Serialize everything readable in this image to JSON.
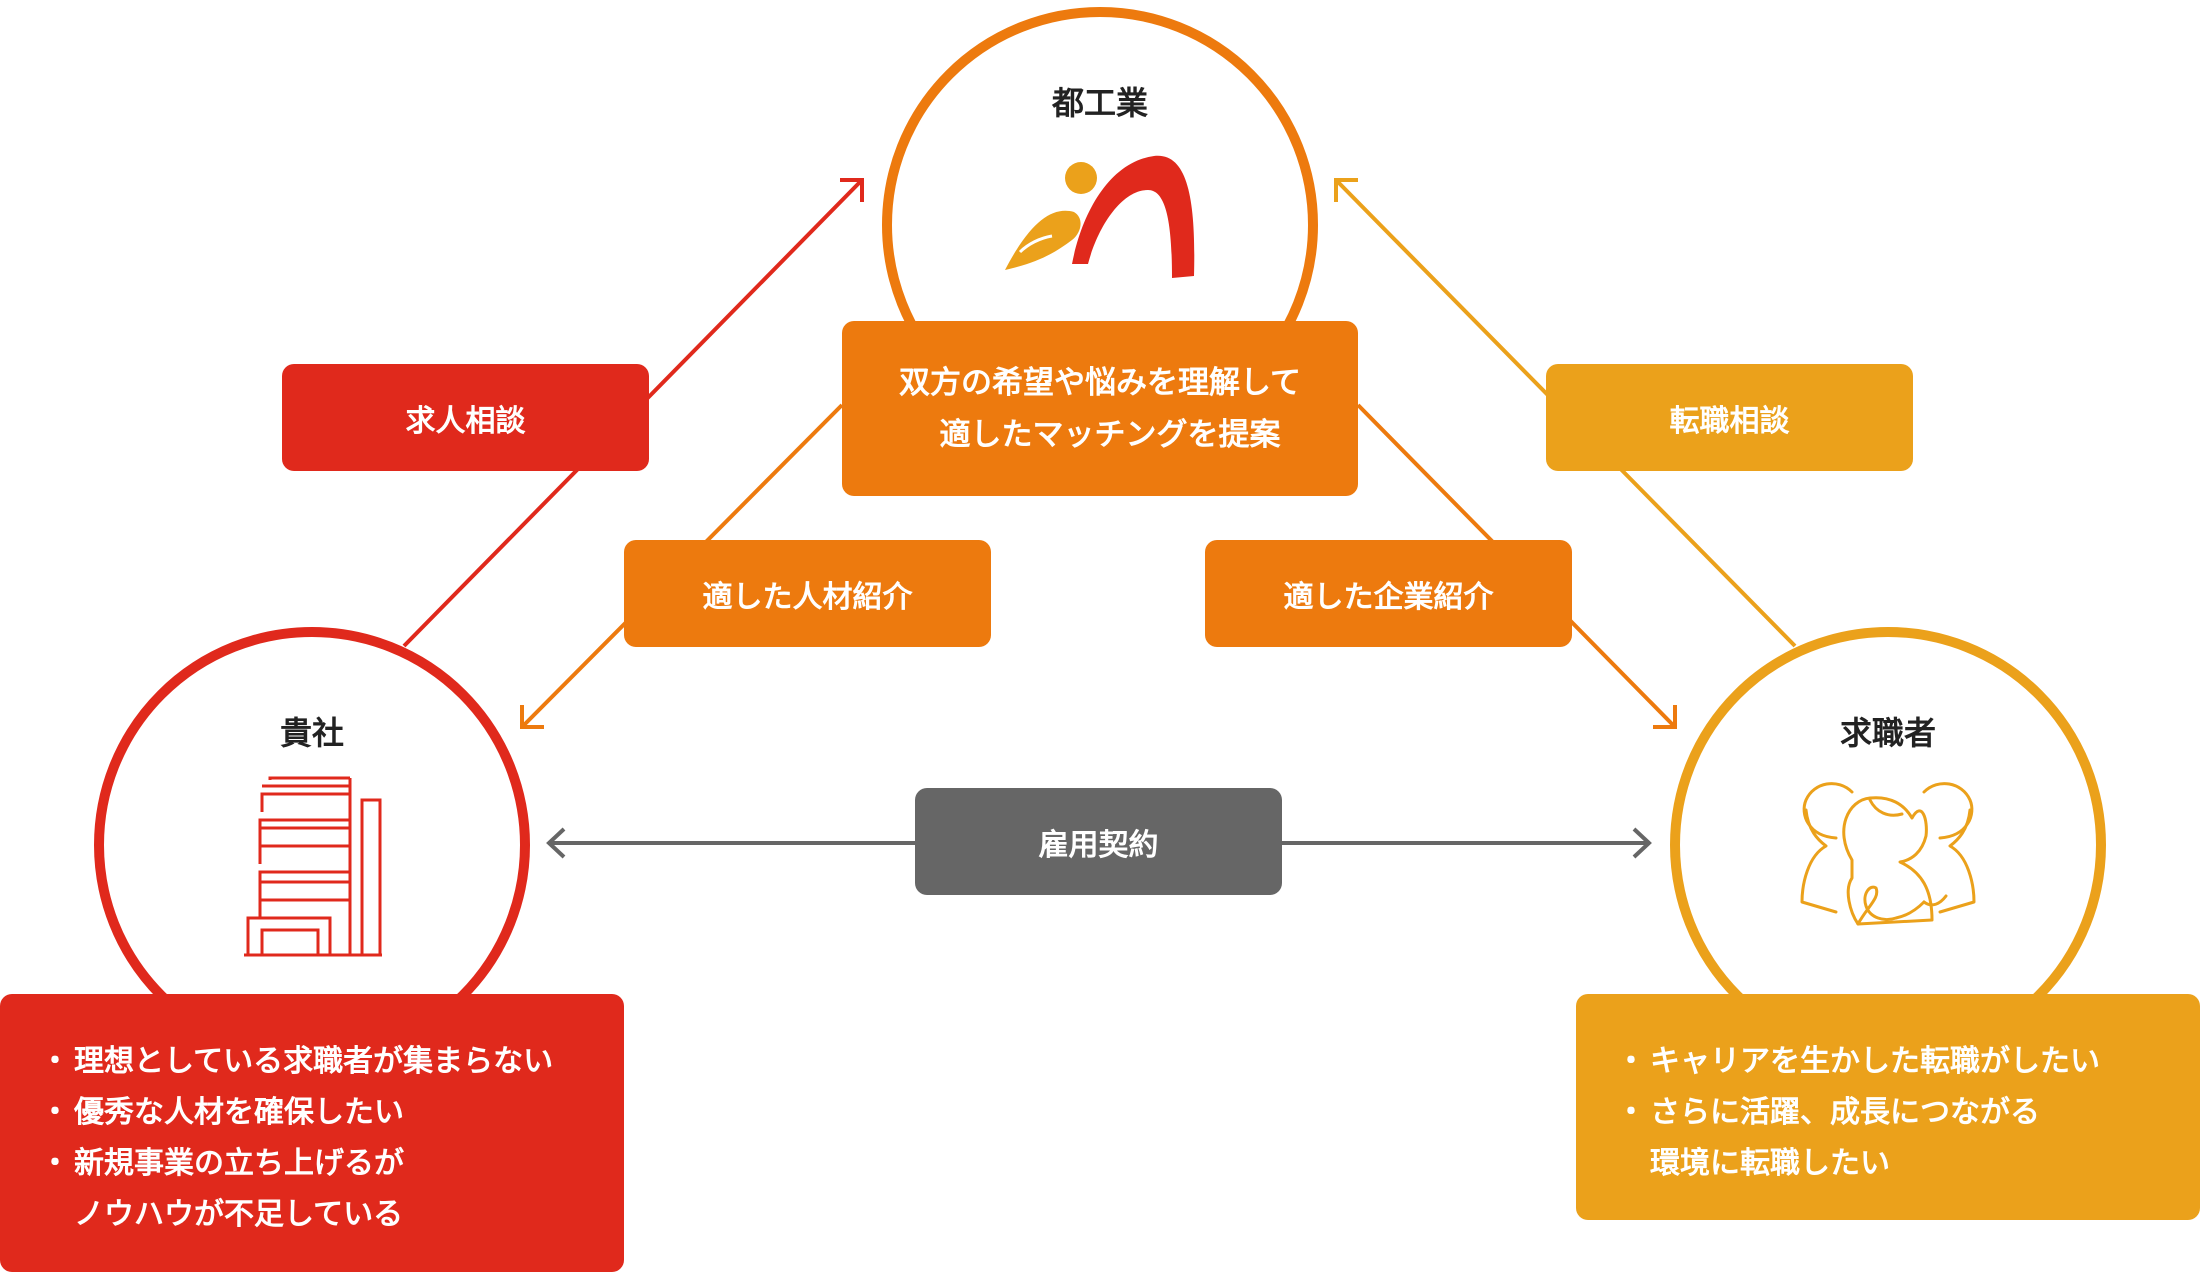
{
  "nodes": {
    "center": {
      "title": "都工業",
      "message_line1": "双方の希望や悩みを理解して",
      "message_line2": "適したマッチングを提案",
      "color": "#ED7A0E"
    },
    "company": {
      "title": "貴社",
      "color": "#E0291C",
      "needs": [
        "理想としている求職者が集まらない",
        "優秀な人材を確保したい",
        "新規事業の立ち上げるが"
      ],
      "needs_continuation": "ノウハウが不足している"
    },
    "seeker": {
      "title": "求職者",
      "color": "#EBA11B",
      "needs": [
        "キャリアを生かした転職がしたい",
        "さらに活躍、成長につながる"
      ],
      "needs_continuation": "環境に転職したい"
    }
  },
  "edges": {
    "company_to_center": {
      "label": "求人相談",
      "color": "#E0291C"
    },
    "seeker_to_center": {
      "label": "転職相談",
      "color": "#EBA11B"
    },
    "center_to_company": {
      "label": "適した人材紹介",
      "color": "#ED7A0E"
    },
    "center_to_seeker": {
      "label": "適した企業紹介",
      "color": "#ED7A0E"
    },
    "company_seeker": {
      "label": "雇用契約",
      "color": "#666666"
    }
  }
}
